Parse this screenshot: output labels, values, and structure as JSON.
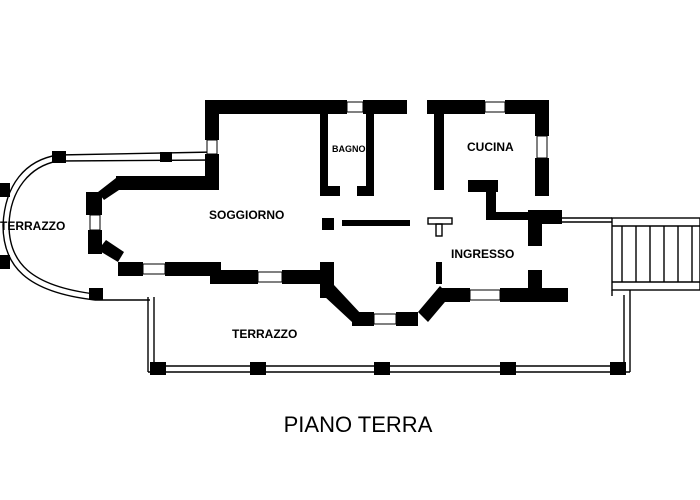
{
  "plan": {
    "title": "PIANO TERRA",
    "rooms": {
      "bagno": "BAGNO",
      "cucina": "CUCINA",
      "terrazzo_left": "TERRAZZO",
      "soggiorno": "SOGGIORNO",
      "ingresso": "INGRESSO",
      "terrazzo_bottom": "TERRAZZO"
    }
  }
}
